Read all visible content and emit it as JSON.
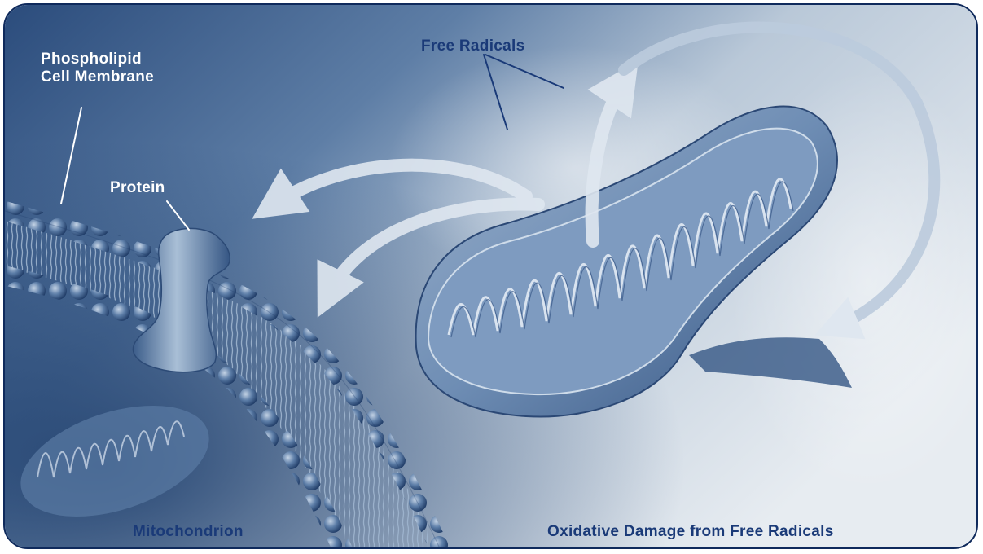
{
  "labels": {
    "membrane_line1": "Phospholipid",
    "membrane_line2": "Cell Membrane",
    "protein": "Protein",
    "free_radicals": "Free Radicals",
    "mitochondrion": "Mitochondrion",
    "caption": "Oxidative Damage from Free Radicals"
  },
  "colors": {
    "frame_border": "#0f2a5c",
    "label_dark": "#1a3a78",
    "label_light": "#ffffff",
    "background_dark": "#2e4f7f",
    "background_light": "#e4e9ef"
  }
}
